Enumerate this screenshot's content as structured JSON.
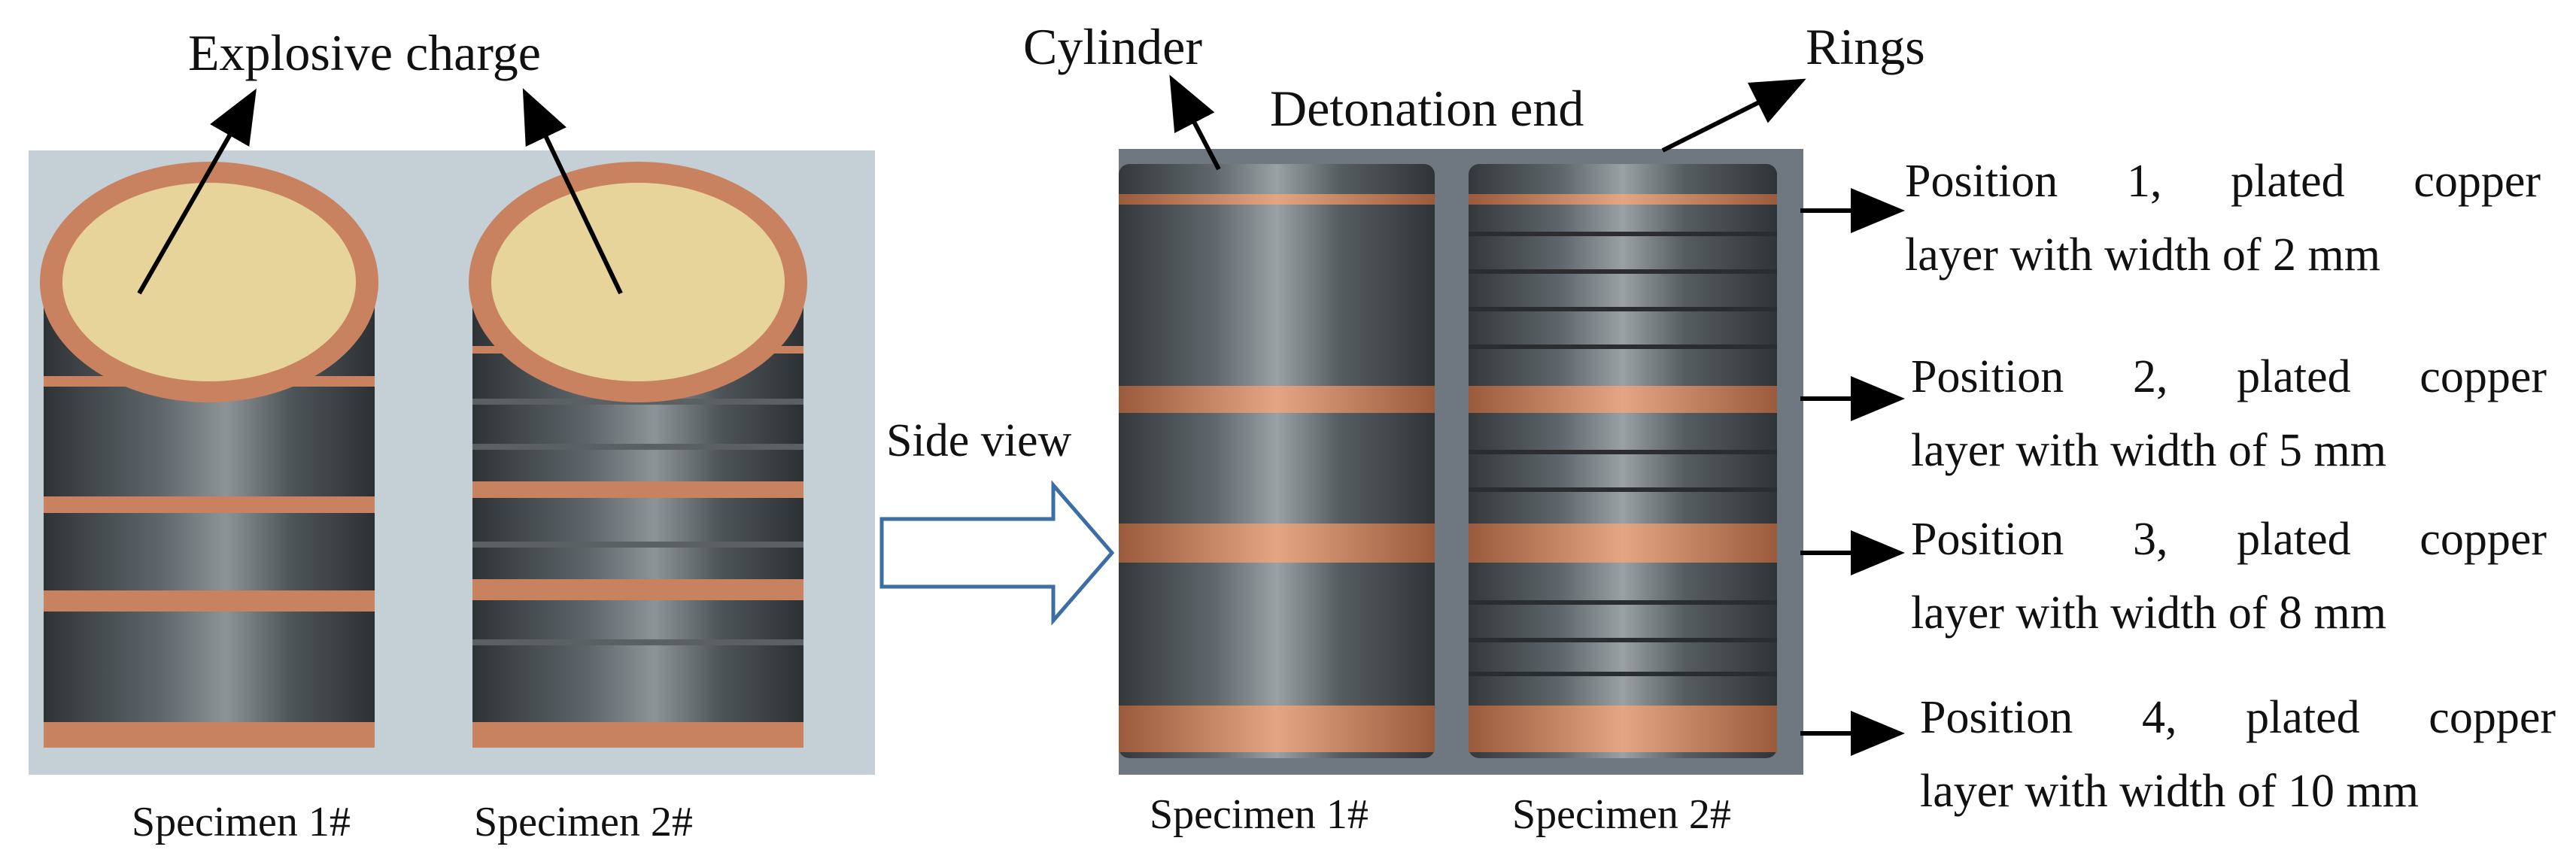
{
  "labels": {
    "explosive_charge": "Explosive charge",
    "cylinder": "Cylinder",
    "rings": "Rings",
    "detonation_end": "Detonation end",
    "side_view": "Side view"
  },
  "captions": {
    "left_specimen_1": "Specimen 1#",
    "left_specimen_2": "Specimen 2#",
    "right_specimen_1": "Specimen 1#",
    "right_specimen_2": "Specimen 2#"
  },
  "positions": [
    {
      "line1": "Position 1, plated copper",
      "line2": "layer with width of 2 mm"
    },
    {
      "line1": "Position 2, plated copper",
      "line2": "layer with width of 5 mm"
    },
    {
      "line1": "Position 3, plated copper",
      "line2": "layer with width of 8 mm"
    },
    {
      "line1": "Position 4, plated copper",
      "line2": "layer with width of 10 mm"
    }
  ],
  "colors": {
    "copper": "#c9825f",
    "steel_dark": "#3f4448",
    "steel_light": "#8d9498",
    "explosive": "#e6d49a",
    "arrow_outline": "#3a6ea5"
  }
}
